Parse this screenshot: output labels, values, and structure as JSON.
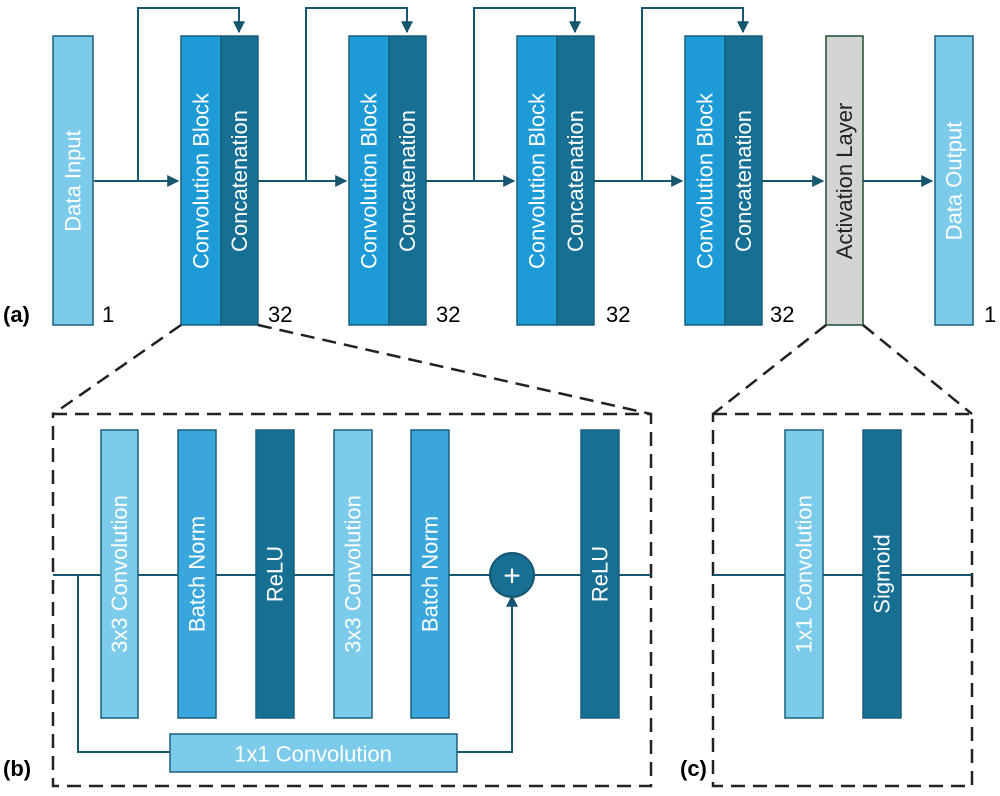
{
  "colors": {
    "light": "#7ccbeb",
    "mid": "#1c9bd6",
    "bright": "#3aa7dc",
    "dark": "#176f93",
    "edge": "#1b5f7c",
    "gray": "#d4d4d4",
    "gray_edge": "#1d4f2f",
    "wire": "#16566f",
    "dash": "#222222"
  },
  "panel_a": {
    "label": "(a)",
    "data_input": "Data Input",
    "data_input_count": "1",
    "blocks": [
      {
        "conv": "Convolution Block",
        "concat": "Concatenation",
        "count": "32"
      },
      {
        "conv": "Convolution Block",
        "concat": "Concatenation",
        "count": "32"
      },
      {
        "conv": "Convolution Block",
        "concat": "Concatenation",
        "count": "32"
      },
      {
        "conv": "Convolution Block",
        "concat": "Concatenation",
        "count": "32"
      }
    ],
    "activation": "Activation Layer",
    "data_output": "Data Output",
    "data_output_count": "1"
  },
  "panel_b": {
    "label": "(b)",
    "layers": [
      {
        "text": "3x3 Convolution",
        "color": "light"
      },
      {
        "text": "Batch Norm",
        "color": "bright"
      },
      {
        "text": "ReLU",
        "color": "dark"
      },
      {
        "text": "3x3 Convolution",
        "color": "light"
      },
      {
        "text": "Batch Norm",
        "color": "bright"
      },
      {
        "text": "ReLU",
        "color": "dark"
      }
    ],
    "sum_symbol": "+",
    "skip": "1x1 Convolution"
  },
  "panel_c": {
    "label": "(c)",
    "layers": [
      {
        "text": "1x1 Convolution",
        "color": "light"
      },
      {
        "text": "Sigmoid",
        "color": "dark"
      }
    ]
  }
}
